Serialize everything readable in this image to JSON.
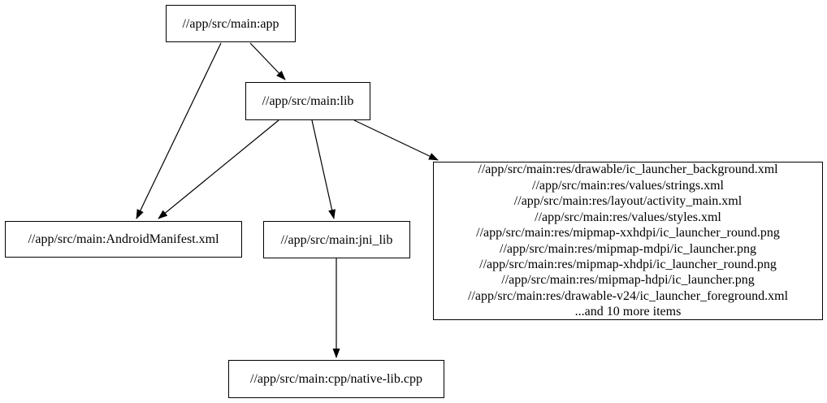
{
  "diagram": {
    "type": "dependency-graph",
    "background_color": "#ffffff",
    "node_border_color": "#000000",
    "edge_color": "#000000",
    "text_color": "#000000",
    "nodes": {
      "app": {
        "label": "//app/src/main:app"
      },
      "lib": {
        "label": "//app/src/main:lib"
      },
      "android_manifest": {
        "label": "//app/src/main:AndroidManifest.xml"
      },
      "jni_lib": {
        "label": "//app/src/main:jni_lib"
      },
      "native_lib_cpp": {
        "label": "//app/src/main:cpp/native-lib.cpp"
      },
      "resources": {
        "lines": [
          "//app/src/main:res/drawable/ic_launcher_background.xml",
          "//app/src/main:res/values/strings.xml",
          "//app/src/main:res/layout/activity_main.xml",
          "//app/src/main:res/values/styles.xml",
          "//app/src/main:res/mipmap-xxhdpi/ic_launcher_round.png",
          "//app/src/main:res/mipmap-mdpi/ic_launcher.png",
          "//app/src/main:res/mipmap-xhdpi/ic_launcher_round.png",
          "//app/src/main:res/mipmap-hdpi/ic_launcher.png",
          "//app/src/main:res/drawable-v24/ic_launcher_foreground.xml",
          "...and 10 more items"
        ]
      }
    },
    "edges": [
      {
        "from": "app",
        "to": "lib"
      },
      {
        "from": "app",
        "to": "android_manifest"
      },
      {
        "from": "lib",
        "to": "android_manifest"
      },
      {
        "from": "lib",
        "to": "jni_lib"
      },
      {
        "from": "lib",
        "to": "resources"
      },
      {
        "from": "jni_lib",
        "to": "native_lib_cpp"
      }
    ]
  }
}
